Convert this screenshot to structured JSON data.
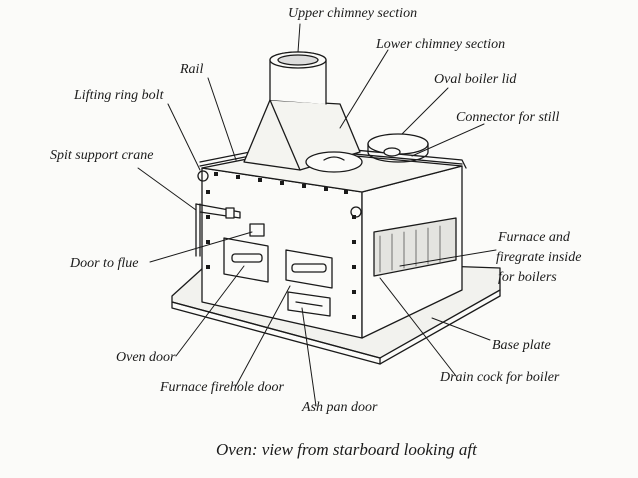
{
  "labels": {
    "upper_chimney": "Upper chimney section",
    "lower_chimney": "Lower chimney section",
    "rail": "Rail",
    "oval_boiler_lid": "Oval boiler lid",
    "lifting_ring_bolt": "Lifting ring bolt",
    "connector_for_still": "Connector for still",
    "spit_support_crane": "Spit support crane",
    "furnace_line1": "Furnace and",
    "furnace_line2": "firegrate inside",
    "furnace_line3": "for boilers",
    "door_to_flue": "Door to flue",
    "base_plate": "Base plate",
    "oven_door": "Oven door",
    "drain_cock": "Drain cock for boiler",
    "furnace_firehole_door": "Furnace firehole door",
    "ash_pan_door": "Ash pan door"
  },
  "caption": "Oven: view from starboard looking aft",
  "colors": {
    "ink": "#1a1a1a",
    "paper": "#fbfbf9",
    "hatch": "#555555"
  }
}
